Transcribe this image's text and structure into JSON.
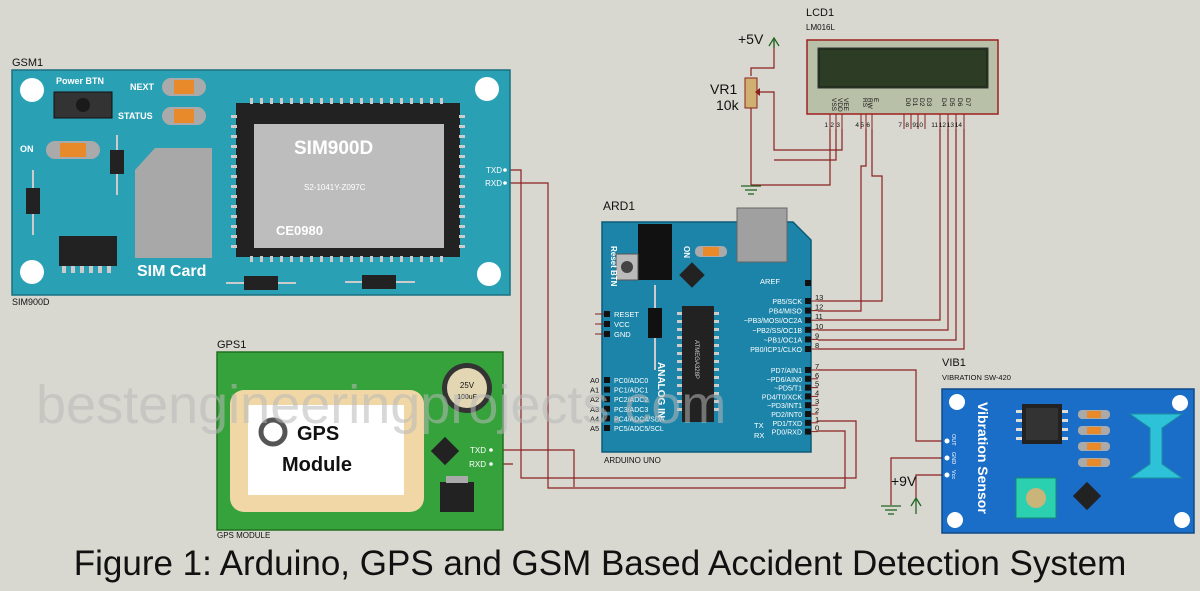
{
  "caption": "Figure 1: Arduino, GPS and GSM Based Accident Detection System",
  "watermark": "bestengineeringprojects.com",
  "colors": {
    "background": "#d8d8d0",
    "wire": "#8a2020",
    "gsm_board": "#2aa0b4",
    "gps_board": "#36a23c",
    "arduino_board": "#1b84a8",
    "vibration_board": "#1a6ec8"
  },
  "gsm": {
    "ref": "GSM1",
    "part": "SIM900D",
    "power_btn": "Power BTN",
    "next": "NEXT",
    "status": "STATUS",
    "on": "ON",
    "chip_title": "SIM900D",
    "chip_code": "S2-1041Y-Z097C",
    "chip_ce": "CE0980",
    "sim_card": "SIM Card",
    "txd": "TXD",
    "rxd": "RXD"
  },
  "gps": {
    "ref": "GPS1",
    "part": "GPS MODULE",
    "title_line1": "GPS",
    "title_line2": "Module",
    "cap_v": "25V",
    "cap_c": "100uF",
    "txd": "TXD",
    "rxd": "RXD"
  },
  "lcd": {
    "ref": "LCD1",
    "part": "LM016L",
    "pins": [
      {
        "name": "VSS",
        "num": "1"
      },
      {
        "name": "VDD",
        "num": "2"
      },
      {
        "name": "VEE",
        "num": "3"
      },
      {
        "name": "RS",
        "num": "4"
      },
      {
        "name": "RW",
        "num": "5"
      },
      {
        "name": "E",
        "num": "6"
      },
      {
        "name": "D0",
        "num": "7"
      },
      {
        "name": "D1",
        "num": "8"
      },
      {
        "name": "D2",
        "num": "9"
      },
      {
        "name": "D3",
        "num": "10"
      },
      {
        "name": "D4",
        "num": "11"
      },
      {
        "name": "D5",
        "num": "12"
      },
      {
        "name": "D6",
        "num": "13"
      },
      {
        "name": "D7",
        "num": "14"
      }
    ]
  },
  "pot": {
    "ref": "VR1",
    "value": "10k",
    "supply": "+5V"
  },
  "arduino": {
    "ref": "ARD1",
    "part": "ARDUINO UNO",
    "reset_btn": "Reset BTN",
    "on": "ON",
    "analog_label": "ANALOG IN",
    "chip_label": "ATMEGA328P",
    "left_pins": [
      "RESET",
      "VCC",
      "GND"
    ],
    "analog_pins": [
      {
        "pin": "A0",
        "name": "PC0/ADC0"
      },
      {
        "pin": "A1",
        "name": "PC1/ADC1"
      },
      {
        "pin": "A2",
        "name": "PC2/ADC2"
      },
      {
        "pin": "A3",
        "name": "PC3/ADC3"
      },
      {
        "pin": "A4",
        "name": "PC4/ADC4/SDA"
      },
      {
        "pin": "A5",
        "name": "PC5/ADC5/SCL"
      }
    ],
    "aref": "AREF",
    "upper_pins": [
      {
        "name": "PB5/SCK",
        "num": "13"
      },
      {
        "name": "PB4/MISO",
        "num": "12"
      },
      {
        "name": "~PB3/MOSI/OC2A",
        "num": "11"
      },
      {
        "name": "~PB2/SS/OC1B",
        "num": "10"
      },
      {
        "name": "~PB1/OC1A",
        "num": "9"
      },
      {
        "name": "PB0/ICP1/CLKO",
        "num": "8"
      }
    ],
    "lower_pins": [
      {
        "name": "PD7/AIN1",
        "num": "7"
      },
      {
        "name": "~PD6/AIN0",
        "num": "6"
      },
      {
        "name": "~PD5/T1",
        "num": "5"
      },
      {
        "name": "PD4/T0/XCK",
        "num": "4"
      },
      {
        "name": "~PD3/INT1",
        "num": "3"
      },
      {
        "name": "PD2/INT0",
        "num": "2"
      },
      {
        "name": "PD1/TXD",
        "num": "1"
      },
      {
        "name": "PD0/RXD",
        "num": "0"
      }
    ],
    "tx": "TX",
    "rx": "RX"
  },
  "vib": {
    "ref": "VIB1",
    "part": "VIBRATION SW-420",
    "title": "Vibration Sensor",
    "out": "OUT",
    "gnd": "GND",
    "vcc": "Vcc",
    "supply": "+9V"
  }
}
